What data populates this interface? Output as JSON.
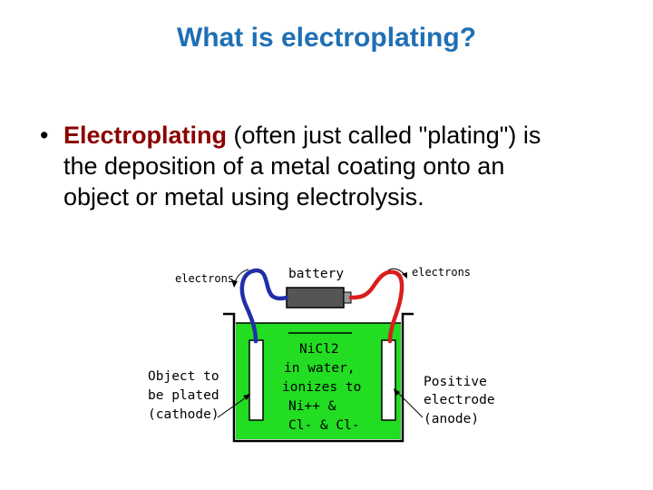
{
  "slide": {
    "title": "What is electroplating?",
    "bullet": {
      "symbol": "•",
      "term": "Electroplating",
      "line1_rest": " (often just called \"plating\") is",
      "line2": "the deposition of a metal coating onto an",
      "line3": "object or metal using electrolysis."
    }
  },
  "diagram": {
    "battery_label": "battery",
    "electrons_left": "electrons",
    "electrons_right": "electrons",
    "solution_lines": [
      "NiCl2",
      "in water,",
      "ionizes to",
      "Ni++ &",
      "Cl- & Cl-"
    ],
    "cathode_lines": [
      "Object to",
      "be plated",
      "(cathode)"
    ],
    "anode_lines": [
      "Positive",
      "electrode",
      "(anode)"
    ],
    "colors": {
      "solution": "#22dd22",
      "negative_wire": "#1f2fa8",
      "positive_wire": "#d81e1e",
      "battery": "#555555",
      "title": "#1f6fb5",
      "term": "#8b0000"
    }
  }
}
